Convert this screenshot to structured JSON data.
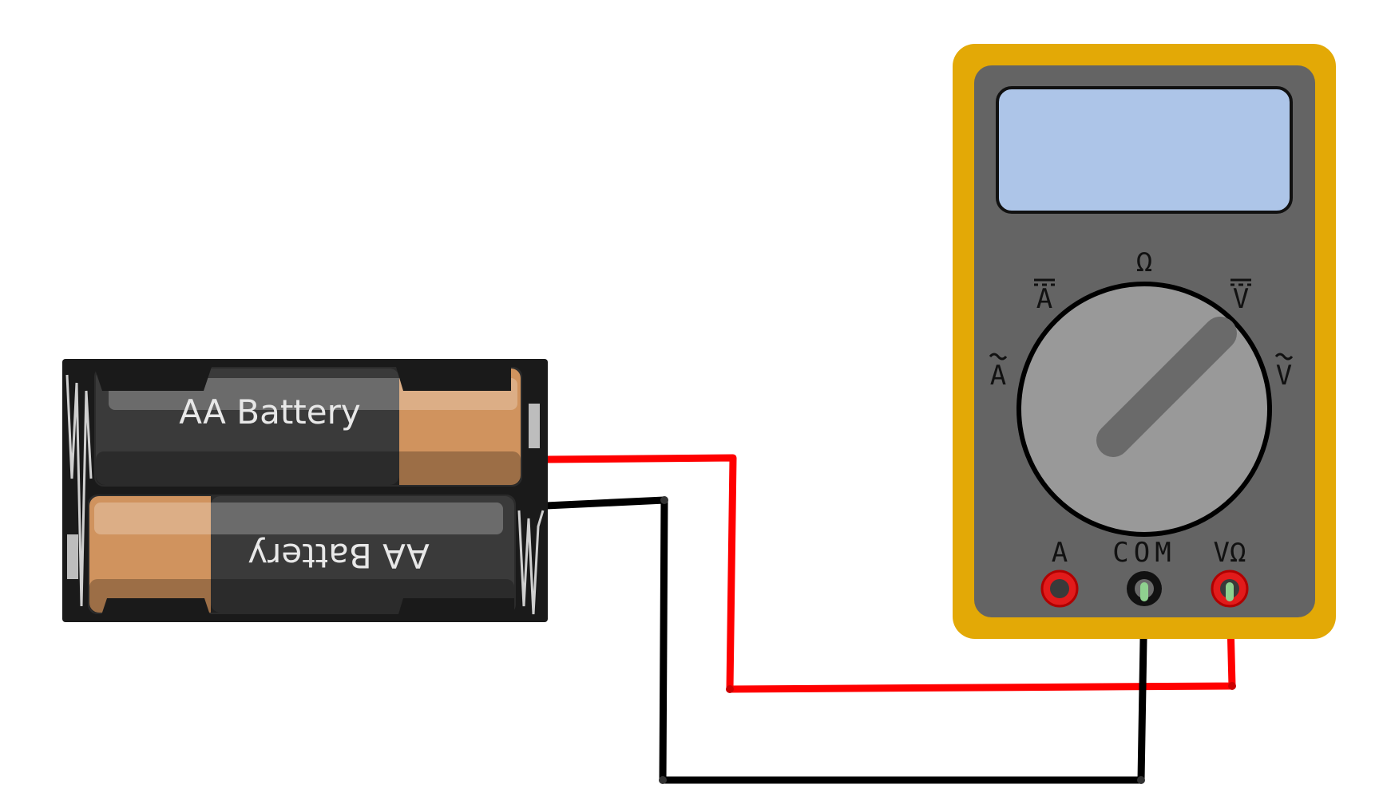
{
  "battery_pack": {
    "cells": [
      {
        "label": "AA Battery",
        "orientation": "normal"
      },
      {
        "label": "AA Battery",
        "orientation": "rotated-180"
      }
    ],
    "holder_color": "#1a1a1a",
    "cell_body_color": "#3a3a3a",
    "cell_cap_color": "#d0935e"
  },
  "multimeter": {
    "case_color": "#e3a906",
    "panel_color": "#646464",
    "display_color": "#adc5e8",
    "dial_color": "#999999",
    "dial_settings": {
      "dc_amps": "A",
      "ohms": "Ω",
      "dc_volts": "V",
      "ac_amps": "A",
      "ac_volts": "V"
    },
    "jacks": {
      "amps": "A",
      "common": "COM",
      "volt_ohm": "VΩ"
    }
  },
  "wires": {
    "positive_color": "#ff0000",
    "negative_color": "#000000"
  }
}
